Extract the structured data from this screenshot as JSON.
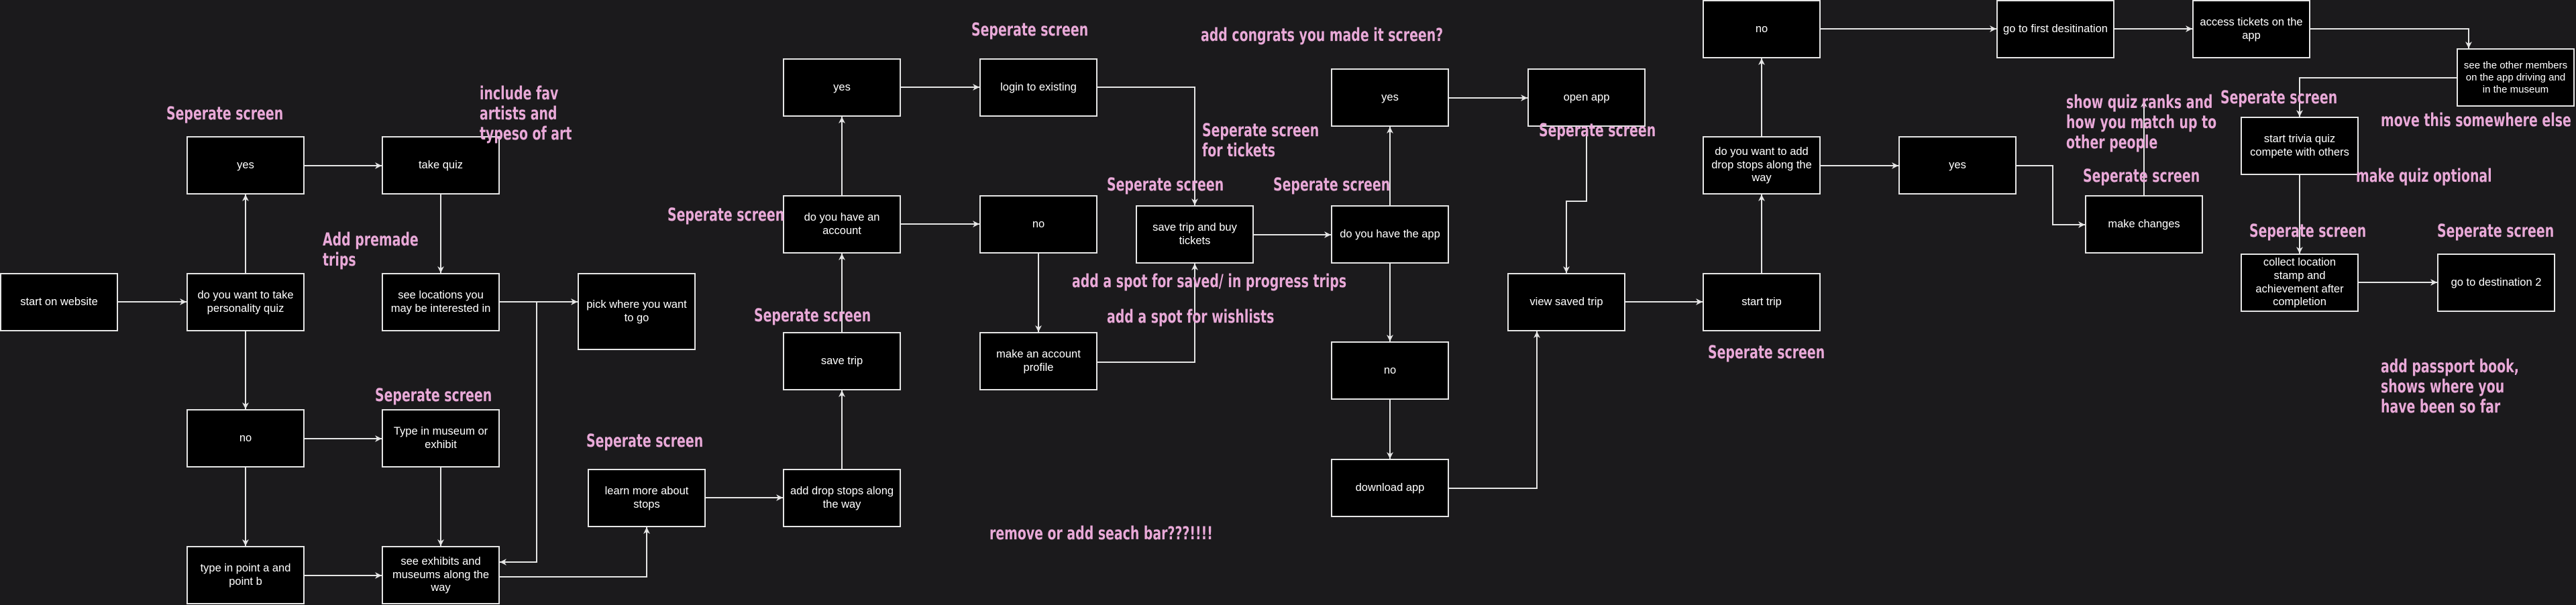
{
  "colors": {
    "background": "#1b1a1c",
    "node_fill": "#000000",
    "node_border": "#e6e6e6",
    "node_text": "#ffffff",
    "edge": "#e6e6e6",
    "note_text": "#e9a9d8"
  },
  "nodes": [
    {
      "id": "start_website",
      "label": "start on website"
    },
    {
      "id": "take_quiz_q",
      "label": "do you want to take personality quiz"
    },
    {
      "id": "yes_1",
      "label": "yes"
    },
    {
      "id": "take_quiz",
      "label": "take quiz"
    },
    {
      "id": "see_locations",
      "label": "see locations you may be interested in"
    },
    {
      "id": "pick_where",
      "label": "pick where you want to go"
    },
    {
      "id": "no_1",
      "label": "no"
    },
    {
      "id": "type_museum",
      "label": "Type in museum or exhibit"
    },
    {
      "id": "type_points",
      "label": "type in point a and point b"
    },
    {
      "id": "see_exhibits",
      "label": "see exhibits and museums along the way"
    },
    {
      "id": "learn_stops",
      "label": "learn more about stops"
    },
    {
      "id": "add_drop_stops",
      "label": "add drop stops along the way"
    },
    {
      "id": "save_trip_1",
      "label": "save trip"
    },
    {
      "id": "have_account_q",
      "label": "do you have an account"
    },
    {
      "id": "yes_2",
      "label": "yes"
    },
    {
      "id": "login_existing",
      "label": "login to existing"
    },
    {
      "id": "no_2",
      "label": "no"
    },
    {
      "id": "make_account",
      "label": "make an account profile"
    },
    {
      "id": "save_buy",
      "label": "save trip and buy tickets"
    },
    {
      "id": "have_app_q",
      "label": "do you have the app"
    },
    {
      "id": "yes_3",
      "label": "yes"
    },
    {
      "id": "open_app",
      "label": "open app"
    },
    {
      "id": "no_3",
      "label": "no"
    },
    {
      "id": "download_app",
      "label": "download app"
    },
    {
      "id": "view_saved",
      "label": "view saved trip"
    },
    {
      "id": "start_trip",
      "label": "start trip"
    },
    {
      "id": "add_drop_q",
      "label": "do you want to add drop stops along the way"
    },
    {
      "id": "no_4",
      "label": "no"
    },
    {
      "id": "yes_4",
      "label": "yes"
    },
    {
      "id": "first_dest",
      "label": "go to first desitination"
    },
    {
      "id": "access_tickets",
      "label": "access tickets on the app"
    },
    {
      "id": "see_members",
      "label": "see the other members on the app driving and in the museum"
    },
    {
      "id": "trivia_quiz",
      "label": "start trivia quiz compete with others"
    },
    {
      "id": "make_changes",
      "label": "make changes"
    },
    {
      "id": "collect_stamp",
      "label": "collect location stamp and achievement after completion"
    },
    {
      "id": "dest_2",
      "label": "go to destination 2"
    }
  ],
  "notes": [
    "Seperate screen",
    "include fav\nartists and\ntypeso of art",
    "Add premade\ntrips",
    "Seperate screen",
    "Seperate screen",
    "Seperate screen",
    "Seperate screen",
    "Seperate screen",
    "add congrats you made it screen?",
    "Seperate screen\nfor tickets",
    "Seperate screen",
    "Seperate screen",
    "Seperate screen",
    "add a spot for saved/ in progress trips",
    "add a spot for wishlists",
    "remove or add seach bar???!!!!",
    "Seperate screen",
    "show quiz ranks and\nhow you match up to\nother people",
    "Seperate screen",
    "move this somewhere else",
    "Seperate screen",
    "make quiz optional",
    "Seperate screen",
    "Seperate screen",
    "add passport book,\nshows where you\nhave been so far"
  ]
}
